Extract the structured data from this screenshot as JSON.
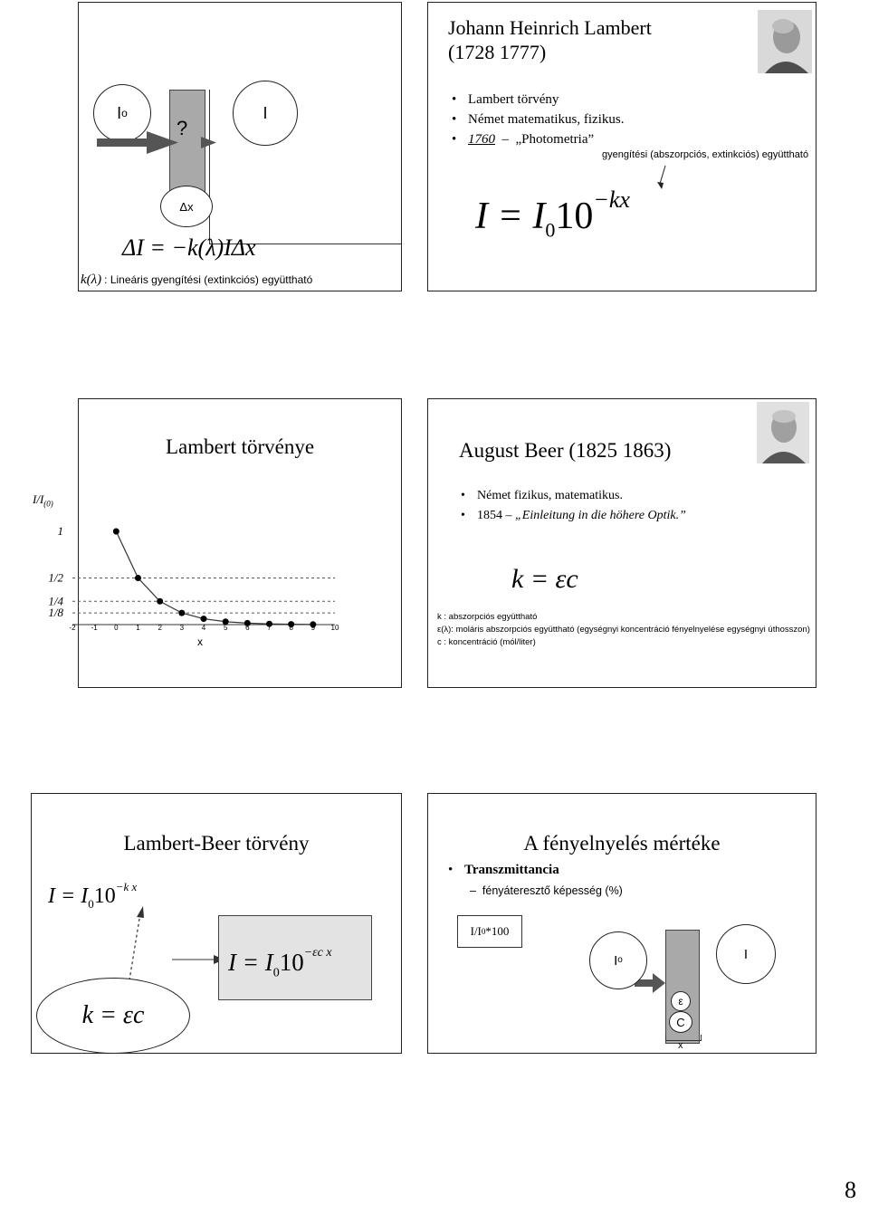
{
  "slide1": {
    "io_label": "I",
    "io_sub": "o",
    "question": "?",
    "i_label": "I",
    "dx_label": "Δx",
    "equation": "ΔI = −k(λ)IΔx",
    "k_symbol": "k(λ)",
    "caption": ": Lineáris gyengítési (extinkciós) együttható"
  },
  "slide2": {
    "title_line1": "Johann Heinrich Lambert",
    "title_line2": "(1728 1777)",
    "bullets": [
      "Lambert törvény",
      "Német matematikus, fizikus."
    ],
    "bullet3_year": "1760",
    "bullet3_text": "„Photometria”",
    "annotation": "gyengítési (abszorpciós, extinkciós) együttható",
    "formula_base": "I = I",
    "formula_sub": "0",
    "formula_ten": "10",
    "formula_exp": "−kx"
  },
  "slide3": {
    "title": "Lambert törvénye",
    "y_axis_label": "I/I",
    "y_axis_sub": "(0)",
    "x_axis_label": "x",
    "chart_data": {
      "type": "line",
      "title": "Lambert törvénye",
      "xlabel": "x",
      "ylabel": "I/I(0)",
      "x_ticks": [
        "-2",
        "-1",
        "0",
        "1",
        "2",
        "3",
        "4",
        "5",
        "6",
        "7",
        "8",
        "9",
        "10"
      ],
      "y_ticks": [
        "1",
        "1/2",
        "1/4",
        "1/8"
      ],
      "x": [
        0,
        1,
        2,
        3,
        4,
        5,
        6,
        7,
        8,
        9
      ],
      "y": [
        1,
        0.5,
        0.25,
        0.125,
        0.0625,
        0.03125,
        0.015625,
        0.0078,
        0.0039,
        0.002
      ],
      "xlim": [
        -2,
        10
      ],
      "ylim": [
        0,
        1
      ],
      "grid": "dashed at 1/2, 1/4, 1/8"
    }
  },
  "slide4": {
    "title": "August Beer (1825 1863)",
    "bullet1": "Német fizikus, matematikus.",
    "bullet2_year": "1854",
    "bullet2_text": "„Einleitung in die höhere Optik.”",
    "formula": "k = εc",
    "def1": "k : abszorpciós együttható",
    "def2": "ε(λ): moláris abszorpciós együttható (egységnyi koncentráció fényelnyelése egységnyi úthosszon)",
    "def3": "c : koncentráció (mól/liter)"
  },
  "slide5": {
    "title": "Lambert-Beer törvény",
    "formula_top": "I = I",
    "formula_top_sub": "0",
    "formula_top_ten": "10",
    "formula_top_exp": "−k x",
    "formula_box": "I = I",
    "formula_box_sub": "0",
    "formula_box_ten": "10",
    "formula_box_exp": "−εc x",
    "formula_ellipse": "k = εc"
  },
  "slide6": {
    "title": "A fényelnyelés mértéke",
    "bullet": "Transzmittancia",
    "sub_bullet": "fényáteresztő képesség (%)",
    "ratio_box": "I/I",
    "ratio_sub": "0",
    "ratio_tail": "*100",
    "io_label": "I",
    "io_sub": "o",
    "i_label": "I",
    "epsilon": "ε",
    "c_label": "C",
    "x_label": "x"
  },
  "page_number": "8"
}
